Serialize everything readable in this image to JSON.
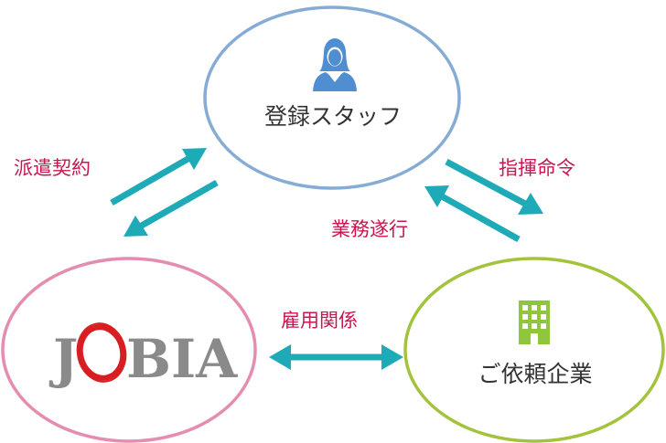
{
  "nodes": {
    "staff": {
      "label": "登録スタッフ",
      "icon": "person-icon"
    },
    "jobia": {
      "logo_prefix": "J",
      "logo_suffix": "BIA"
    },
    "client": {
      "label": "ご依頼企業",
      "icon": "building-icon"
    }
  },
  "relations": {
    "dispatch_contract": "派遣契約",
    "instruction": "指揮命令",
    "work_execution": "業務遂行",
    "employment": "雇用関係"
  },
  "colors": {
    "staff_circle": "#86acd6",
    "jobia_circle": "#e58db0",
    "client_circle": "#a2c43d",
    "arrow": "#1eaab6",
    "relation_text": "#c8174e",
    "person_icon": "#4f8fd1",
    "building_icon": "#8fc63e",
    "logo_ring": "#d81e23",
    "logo_text": "#8a8a8a",
    "node_text": "#333333"
  }
}
